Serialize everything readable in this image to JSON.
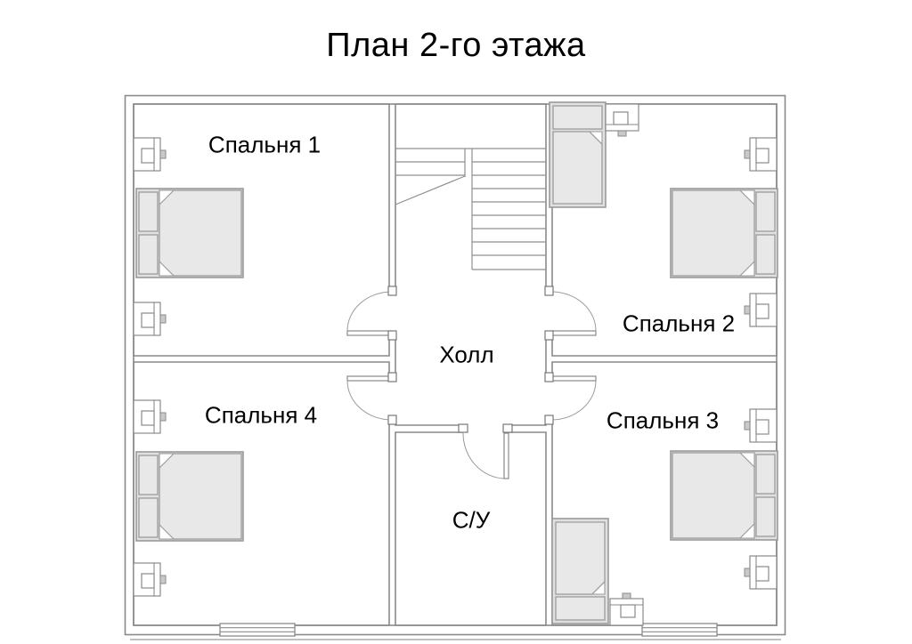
{
  "title": "План 2-го этажа",
  "rooms": [
    {
      "name": "bedroom-1",
      "label": "Спальня 1"
    },
    {
      "name": "bedroom-2",
      "label": "Спальня 2"
    },
    {
      "name": "bedroom-3",
      "label": "Спальня 3"
    },
    {
      "name": "bedroom-4",
      "label": "Спальня 4"
    },
    {
      "name": "hall",
      "label": "Холл"
    },
    {
      "name": "bathroom",
      "label": "С/У"
    }
  ],
  "icons": {
    "double-bed-icon": "double bed with two nightstand pillows and folded blanket corners",
    "single-bed-icon": "single bed with pillow and folded blanket corner",
    "stairs-icon": "staircase with landing, break line and treads",
    "door-swing-icon": "door leaf with quarter-circle swing arc",
    "window-icon": "window block in exterior wall",
    "wall-socket-icon": "wall-mounted fixture with inner square and tab"
  },
  "colors": {
    "background": "#ffffff",
    "wall_line": "#8a8a8a",
    "furniture_fill": "#e0e0e0",
    "furniture_fill_light": "#e8e8e8",
    "furniture_stroke": "#999999",
    "text": "#000000"
  }
}
